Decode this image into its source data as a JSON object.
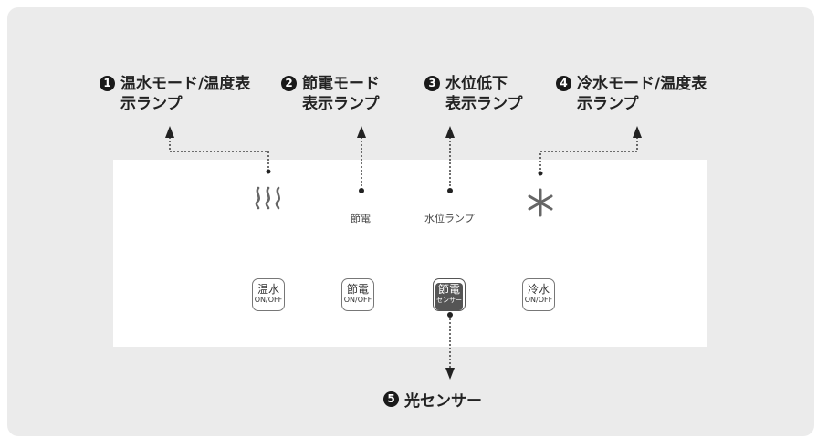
{
  "callouts": [
    {
      "num": "1",
      "line1": "温水モード/温度表",
      "line2": "示ランプ"
    },
    {
      "num": "2",
      "line1": "節電モード",
      "line2": "表示ランプ"
    },
    {
      "num": "3",
      "line1": "水位低下",
      "line2": "表示ランプ"
    },
    {
      "num": "4",
      "line1": "冷水モード/温度表",
      "line2": "示ランプ"
    }
  ],
  "sensor": {
    "num": "5",
    "label": "光センサー"
  },
  "panel": {
    "lamp_labels": {
      "eco": "節電",
      "water_level": "水位ランプ"
    },
    "buttons": [
      {
        "top": "温水",
        "bottom": "ON/OFF"
      },
      {
        "top": "節電",
        "bottom": "ON/OFF"
      },
      {
        "top": "節電",
        "bottom": "センサー"
      },
      {
        "top": "冷水",
        "bottom": "ON/OFF"
      }
    ]
  },
  "icons": {
    "hot": "steam-icon",
    "cold": "snowflake-asterisk-icon"
  }
}
